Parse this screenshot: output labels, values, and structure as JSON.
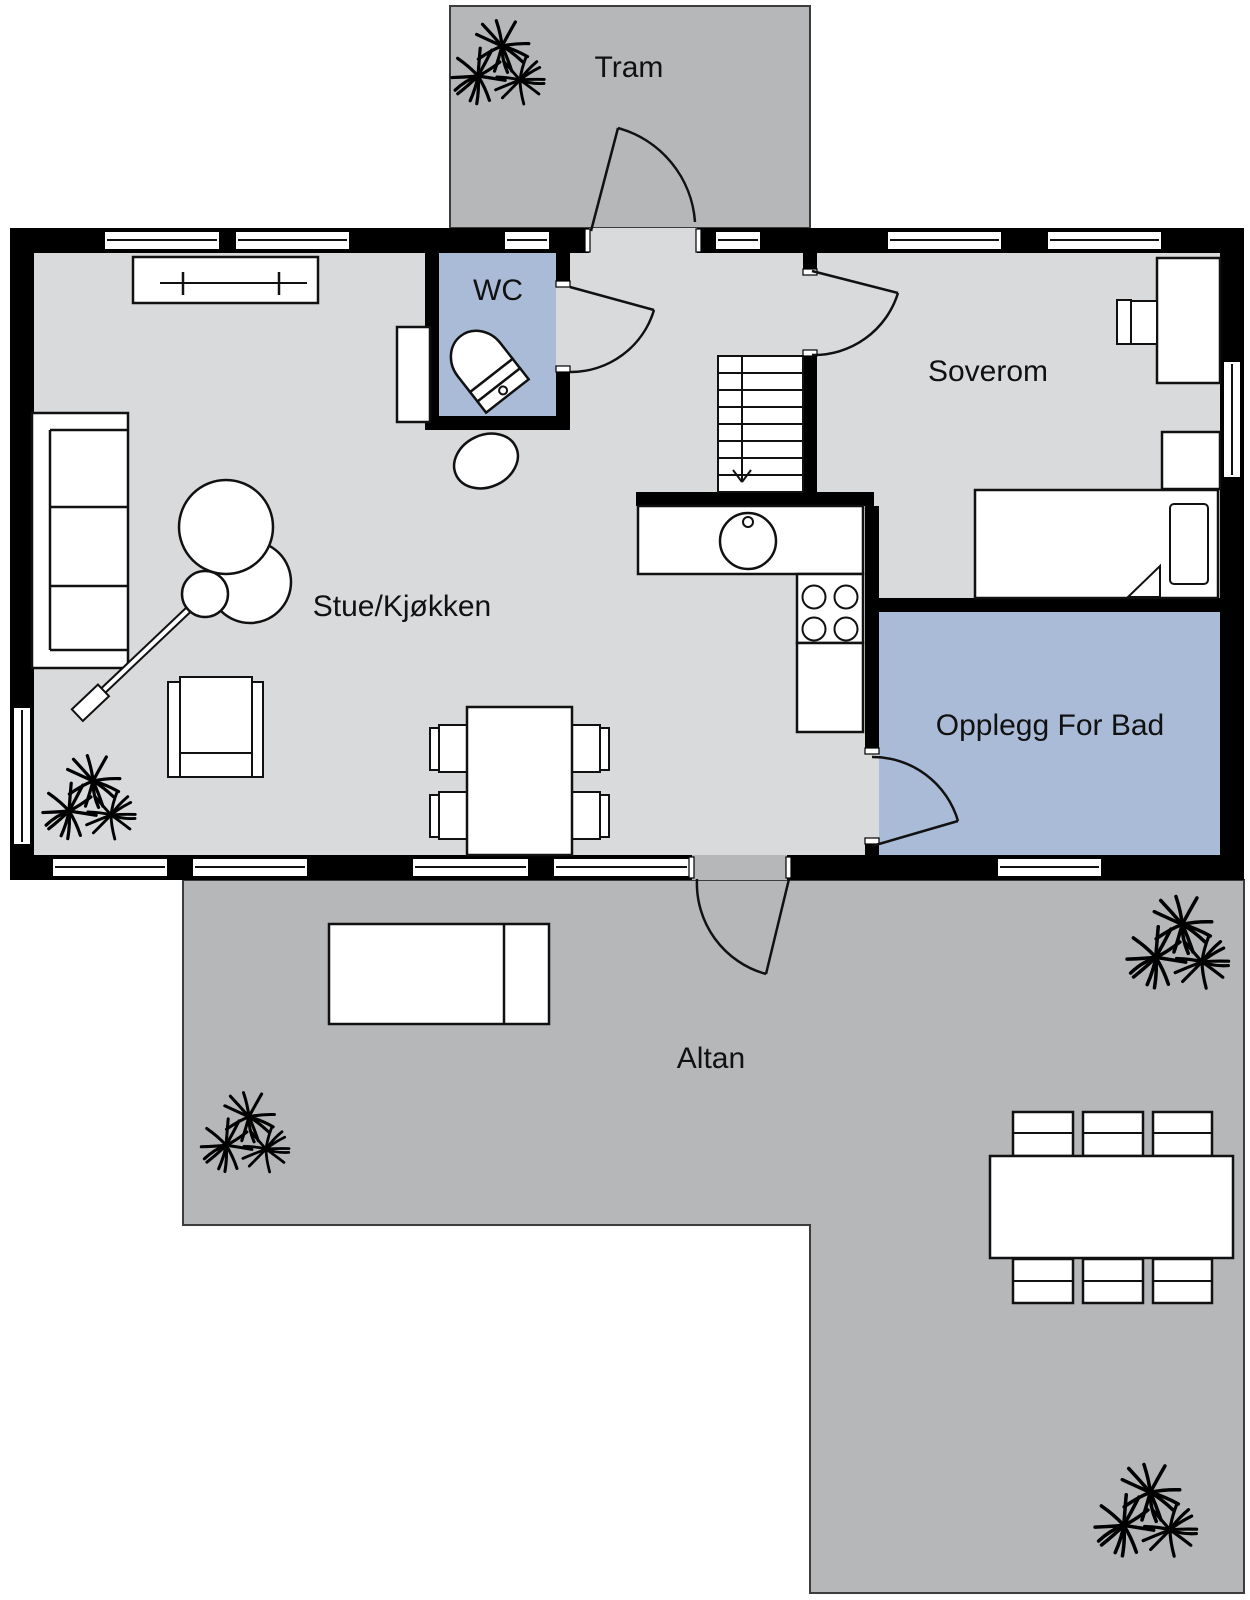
{
  "rooms": {
    "tram": {
      "label": "Tram"
    },
    "wc": {
      "label": "WC"
    },
    "soverom": {
      "label": "Soverom"
    },
    "stue_kjokken": {
      "label": "Stue/Kjøkken"
    },
    "opplegg_for_bad": {
      "label": "Opplegg For Bad"
    },
    "altan": {
      "label": "Altan"
    }
  },
  "colors": {
    "floor_indoor": "#d8dadc",
    "floor_outdoor": "#b5b7b9",
    "room_highlight_blue": "#a9bbd7",
    "wall": "#000000",
    "furniture_fill": "#ffffff",
    "furniture_stroke": "#111111",
    "label_text": "#111111",
    "background": "#ffffff"
  }
}
